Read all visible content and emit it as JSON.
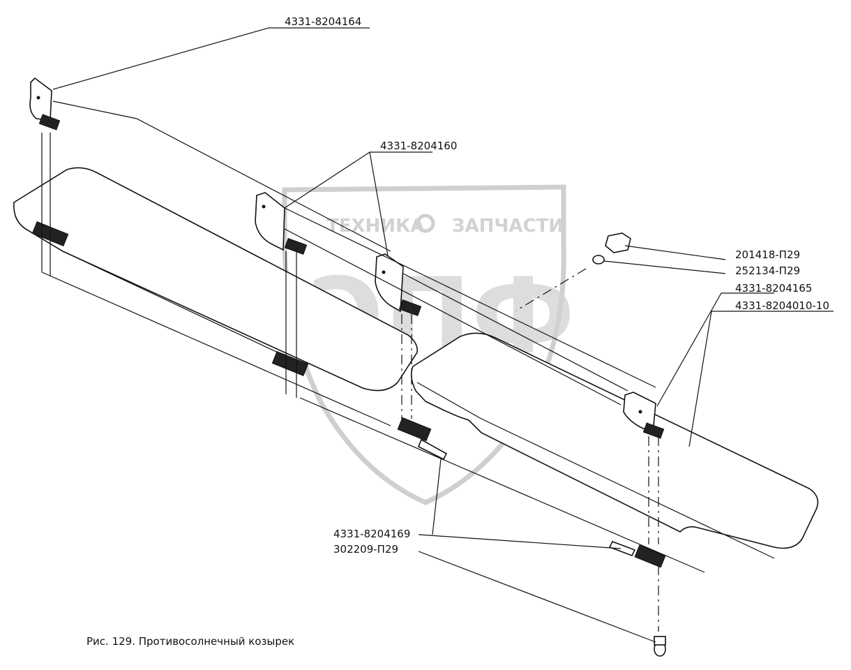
{
  "watermark": {
    "left_text": "ТЕХНИКА",
    "right_text": "ЗАПЧАСТИ",
    "big_text": "ЭПФ"
  },
  "labels": {
    "bracket_left": "4331-8204164",
    "bracket_middle": "4331-8204160",
    "bolt": "201418-П29",
    "washer": "252134-П29",
    "bracket_right": "4331-8204165",
    "visor": "4331-8204010-10",
    "lock_pin": "4331-8204169",
    "screw": "302209-П29"
  },
  "caption": "Рис. 129. Противосолнечный козырек"
}
